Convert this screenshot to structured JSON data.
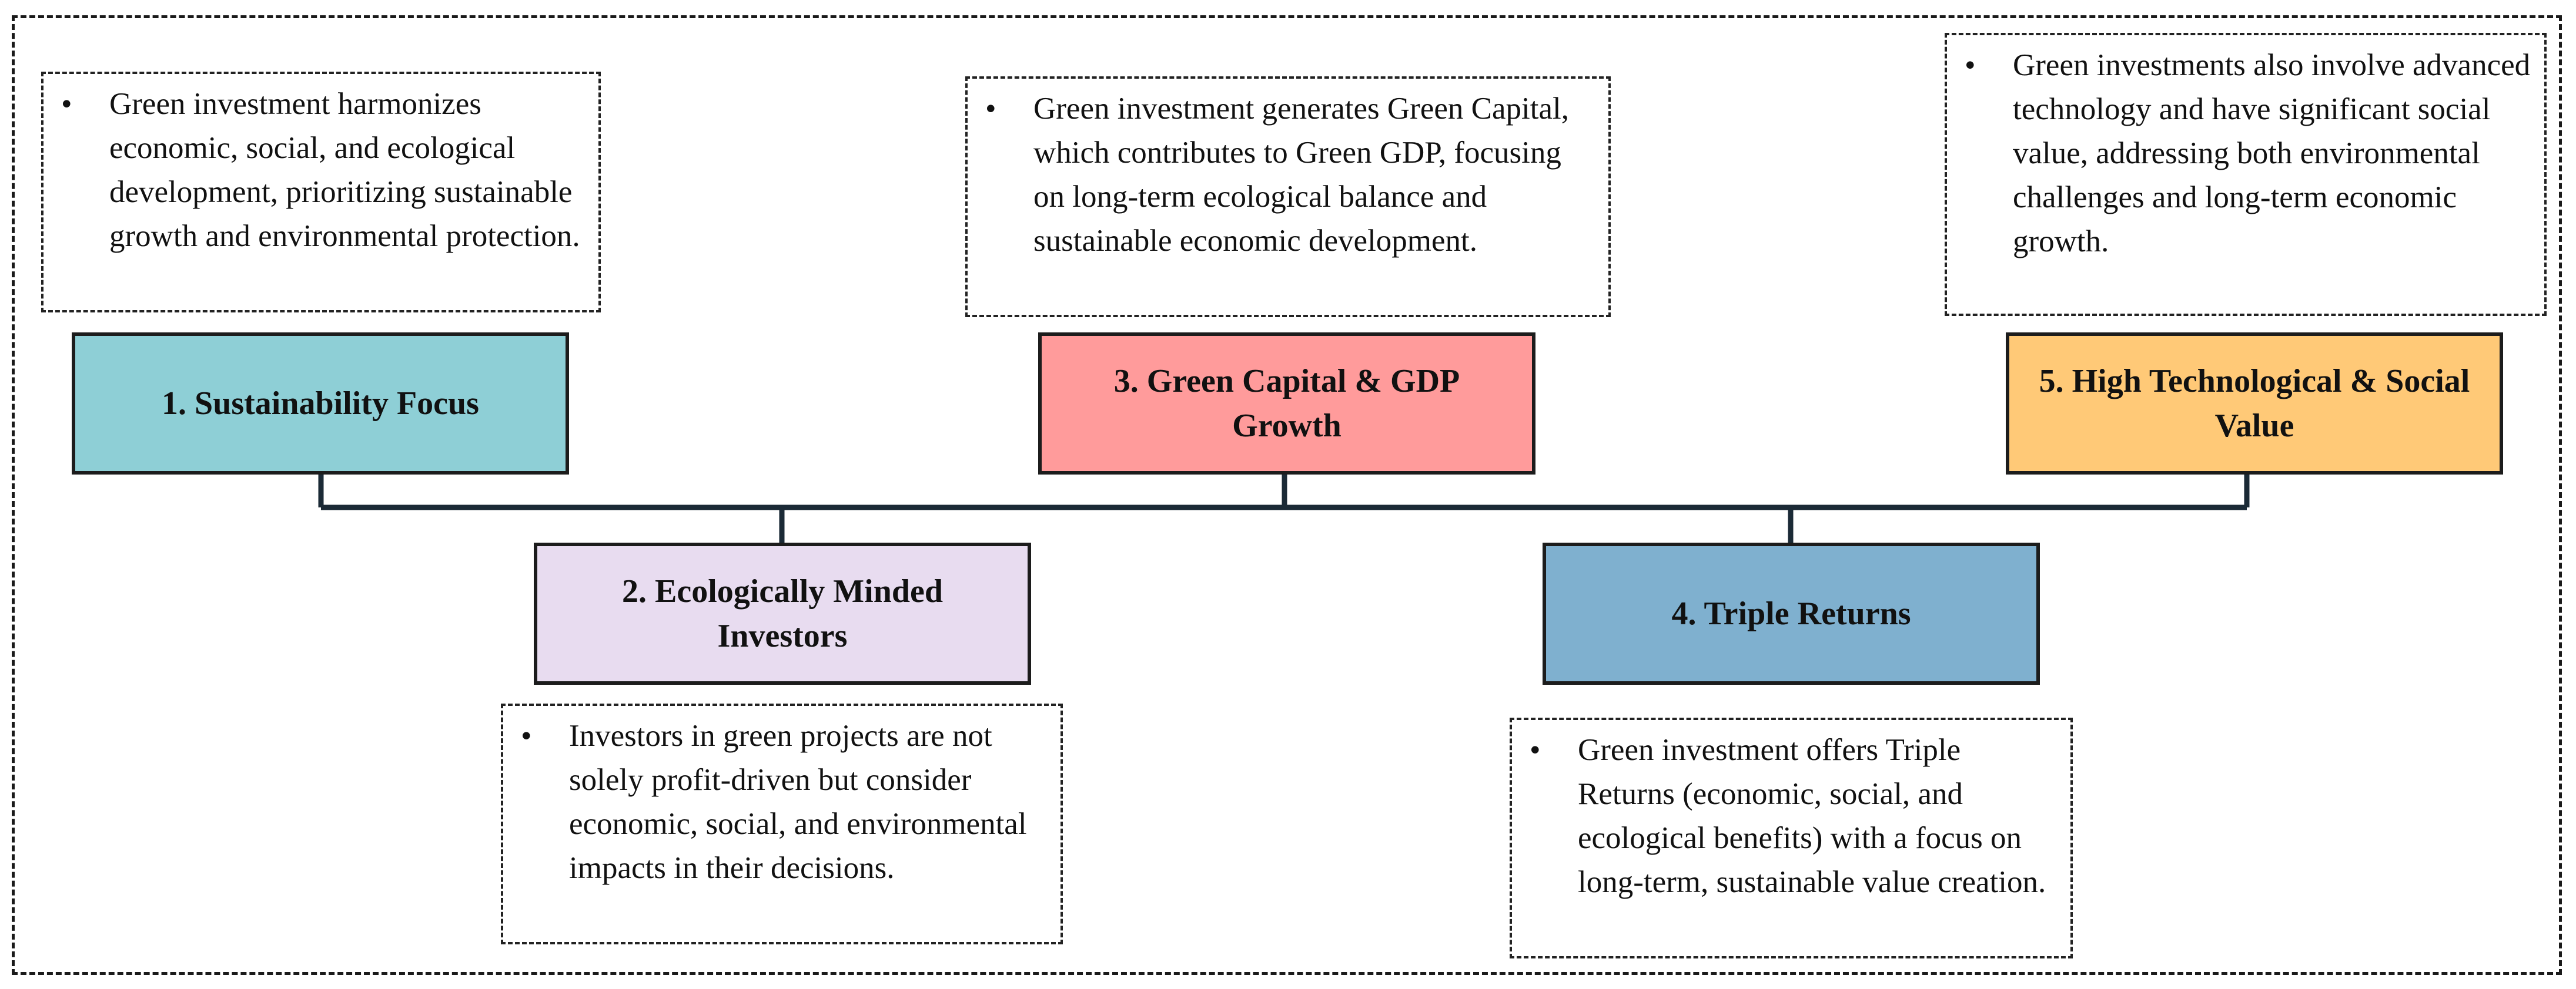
{
  "colors": {
    "step1": "#8ecfd6",
    "step2": "#e8dcf0",
    "step3": "#ff9b9b",
    "step4": "#7fb0cf",
    "step5": "#ffc977",
    "connector": "#1b2a36"
  },
  "steps": [
    {
      "label": "1. Sustainability Focus",
      "note": "Green investment harmonizes economic, social, and ecological development, prioritizing sustainable growth and environmental protection."
    },
    {
      "label": "2. Ecologically Minded Investors",
      "note": "Investors in green projects are not solely profit-driven but consider economic, social, and environmental impacts in their decisions."
    },
    {
      "label": "3. Green Capital & GDP Growth",
      "note": "Green investment generates Green Capital, which contributes to Green GDP, focusing on long-term ecological balance and sustainable economic development."
    },
    {
      "label": "4. Triple Returns",
      "note": "Green investment offers Triple Returns (economic, social, and ecological benefits) with a focus on long-term, sustainable value creation."
    },
    {
      "label": "5. High Technological & Social Value",
      "note": "Green investments  also involve advanced technology and have significant social value, addressing both environmental challenges and long-term economic growth."
    }
  ],
  "bullet_glyph": "•"
}
